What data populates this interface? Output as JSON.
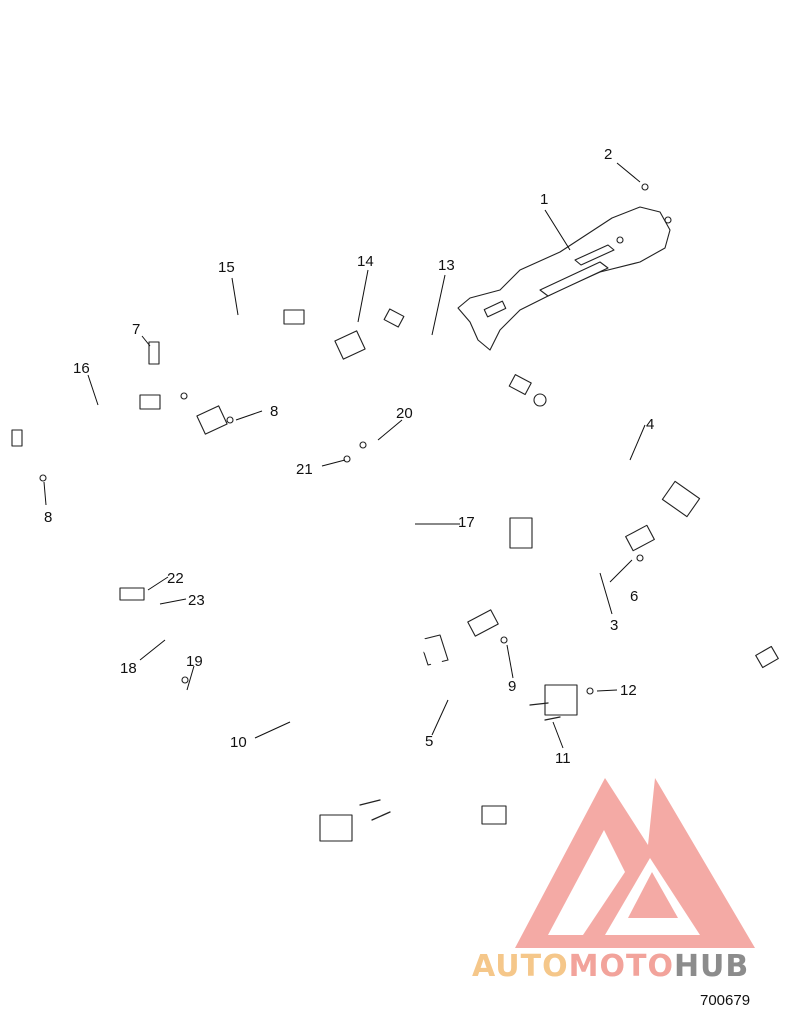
{
  "callouts": {
    "c1": "1",
    "c2": "2",
    "c3": "3",
    "c4": "4",
    "c5": "5",
    "c6": "6",
    "c7": "7",
    "c8a": "8",
    "c8b": "8",
    "c9": "9",
    "c10": "10",
    "c11": "11",
    "c12": "12",
    "c13": "13",
    "c14": "14",
    "c15": "15",
    "c16": "16",
    "c17": "17",
    "c18": "18",
    "c19": "19",
    "c20": "20",
    "c21": "21",
    "c22": "22",
    "c23": "23"
  },
  "watermark": {
    "part1": "AUTO",
    "part2": "MOTO",
    "part3": "HUB",
    "colors": {
      "auto": "#f5c78a",
      "moto": "#f2a39b",
      "hub": "#8c8c8c",
      "logo": "#f19a96"
    }
  },
  "figure_number": "700679"
}
